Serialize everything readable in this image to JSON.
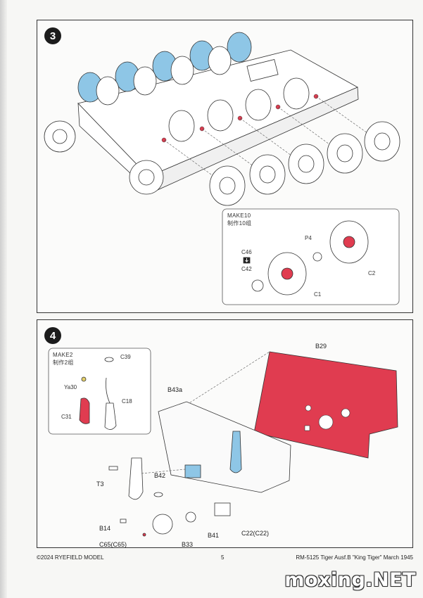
{
  "step3": {
    "number": "3",
    "make_box": {
      "title": "MAKE10",
      "subtitle": "制作10组",
      "labels": {
        "c46": "C46",
        "c42": "C42",
        "p4": "P4",
        "c2": "C2",
        "c1": "C1"
      }
    }
  },
  "step4": {
    "number": "4",
    "make_box": {
      "title": "MAKE2",
      "subtitle": "制作2组",
      "labels": {
        "c39": "C39",
        "ya30": "Ya30",
        "c18": "C18",
        "c31": "C31"
      }
    },
    "labels": {
      "b29": "B29",
      "b43a": "B43a",
      "t3": "T3",
      "b42": "B42",
      "b14": "B14",
      "c65": "C65(C65)",
      "b33": "B33",
      "b41": "B41",
      "c22": "C22(C22)"
    }
  },
  "colors": {
    "wheel_blue": "#8ec6e6",
    "part_red": "#e03c50",
    "ink": "#333333"
  },
  "footer": {
    "copyright": "©2024 RYEFIELD MODEL",
    "page_number": "5",
    "product": "RM-5125 Tiger Ausf.B \"King Tiger\" March 1945"
  },
  "watermark": "moxing.NET"
}
